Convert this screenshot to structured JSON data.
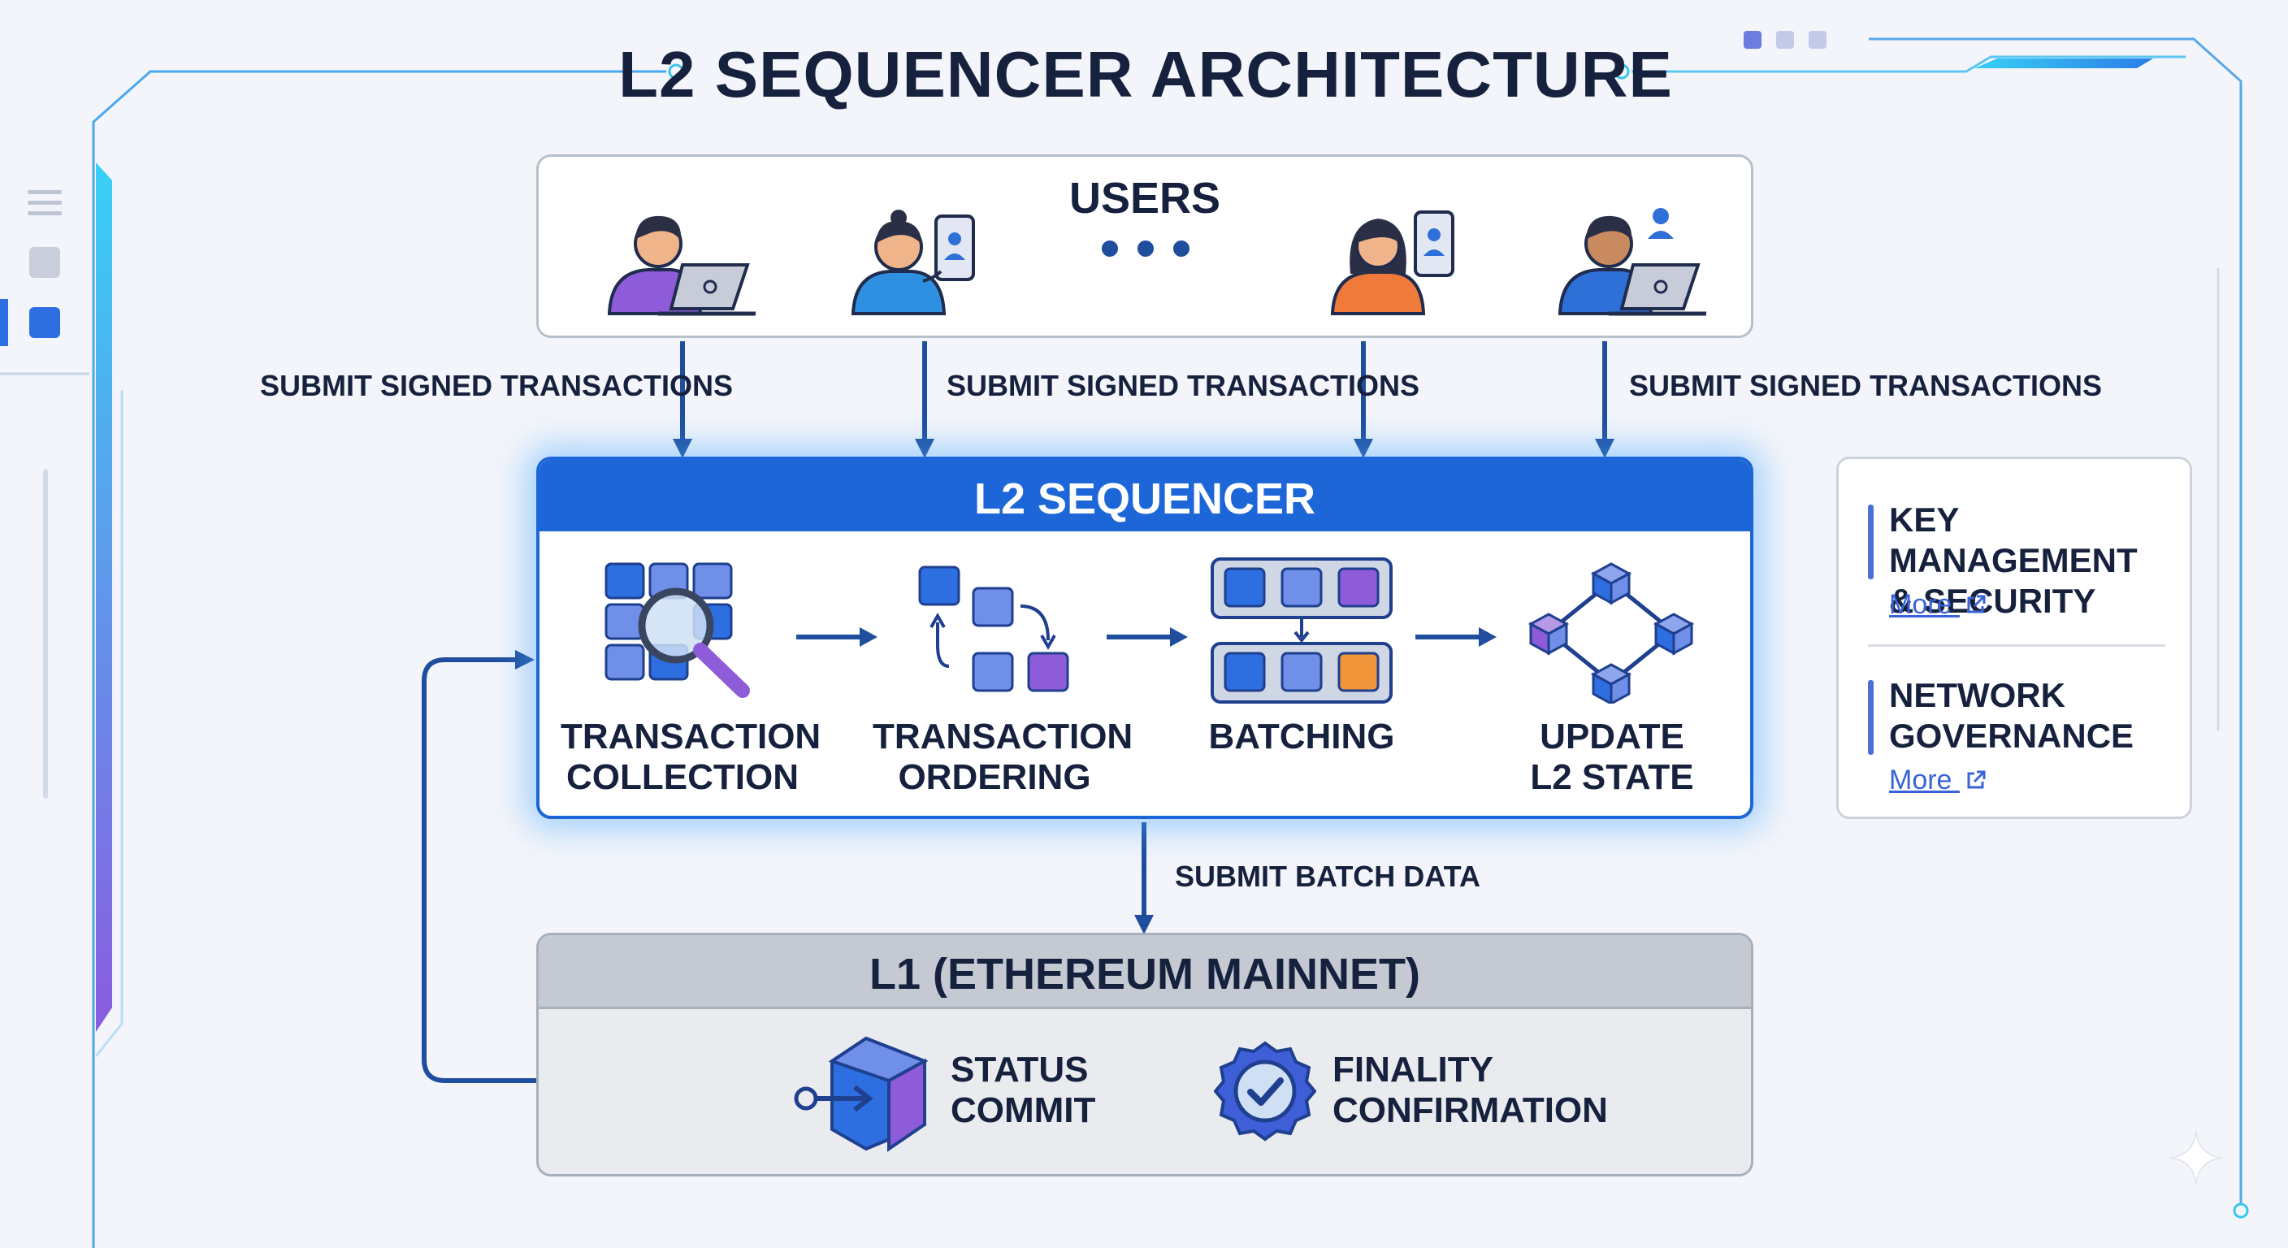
{
  "title": "L2 SEQUENCER ARCHITECTURE",
  "users": {
    "label": "USERS",
    "ellipsis": "• • •",
    "people": [
      {
        "icon": "user-laptop-icon",
        "color": "#8e5bd9"
      },
      {
        "icon": "user-phone-icon",
        "color": "#2f8fe0"
      },
      {
        "icon": "user-phone-icon",
        "color": "#f07a3a"
      },
      {
        "icon": "user-laptop-icon",
        "color": "#2f6fd8"
      }
    ]
  },
  "submit_labels": [
    "SUBMIT SIGNED TRANSACTIONS",
    "SUBMIT SIGNED TRANSACTIONS",
    "SUBMIT SIGNED TRANSACTIONS"
  ],
  "sequencer": {
    "label": "L2 SEQUENCER",
    "steps": [
      {
        "line1": "TRANSACTION",
        "line2": "COLLECTION",
        "icon": "magnifier-grid-icon"
      },
      {
        "line1": "TRANSACTION",
        "line2": "ORDERING",
        "icon": "reorder-blocks-icon"
      },
      {
        "line1": "BATCHING",
        "line2": "",
        "icon": "batch-rows-icon"
      },
      {
        "line1": "UPDATE",
        "line2": "L2 STATE",
        "icon": "state-graph-icon"
      }
    ]
  },
  "batch_label": "SUBMIT BATCH DATA",
  "l1": {
    "label": "L1 (ETHEREUM MAINNET)",
    "items": [
      {
        "line1": "STATUS",
        "line2": "COMMIT",
        "icon": "cube-commit-icon"
      },
      {
        "line1": "FINALITY",
        "line2": "CONFIRMATION",
        "icon": "check-badge-icon"
      }
    ]
  },
  "side": {
    "items": [
      {
        "line1": "KEY MANAGEMENT",
        "line2": "& SECURITY",
        "link": "More"
      },
      {
        "line1": "NETWORK",
        "line2": "GOVERNANCE",
        "link": "More"
      }
    ]
  },
  "colors": {
    "primary": "#1d66d8",
    "arrow": "#1f4e9e",
    "accent_cyan": "#35c8f0",
    "accent_purple": "#8e5bd9",
    "accent_orange": "#f0953a",
    "l1_gray": "#c4c9d2"
  }
}
